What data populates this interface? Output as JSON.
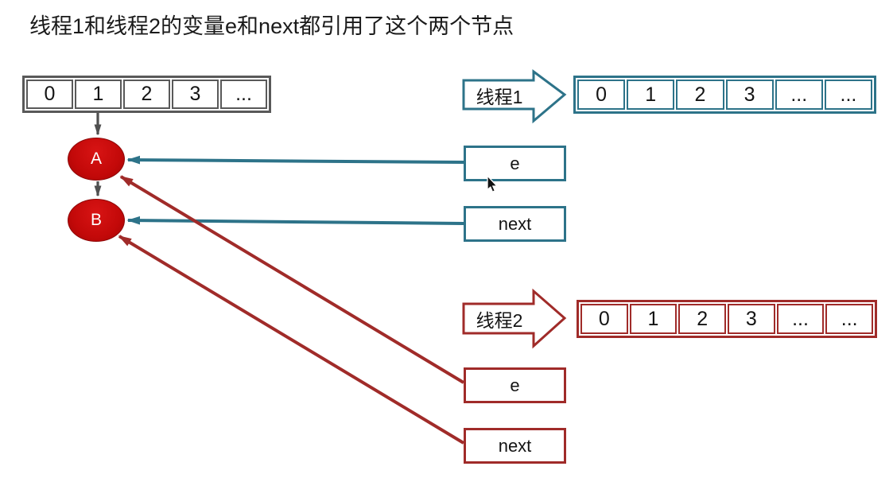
{
  "title": "线程1和线程2的变量e和next都引用了这个两个节点",
  "colors": {
    "teal": "#2d7389",
    "red": "#a02b29",
    "node": "#c30909",
    "gray": "#595959",
    "arrow_gray": "#4f4f4f",
    "text": "#1a1a1a"
  },
  "node_array": {
    "cells": [
      "0",
      "1",
      "2",
      "3",
      "..."
    ]
  },
  "nodes": {
    "a": "A",
    "b": "B"
  },
  "thread1": {
    "label": "线程1",
    "array_cells": [
      "0",
      "1",
      "2",
      "3",
      "...",
      "..."
    ],
    "e_label": "e",
    "next_label": "next"
  },
  "thread2": {
    "label": "线程2",
    "array_cells": [
      "0",
      "1",
      "2",
      "3",
      "...",
      "..."
    ],
    "e_label": "e",
    "next_label": "next"
  }
}
